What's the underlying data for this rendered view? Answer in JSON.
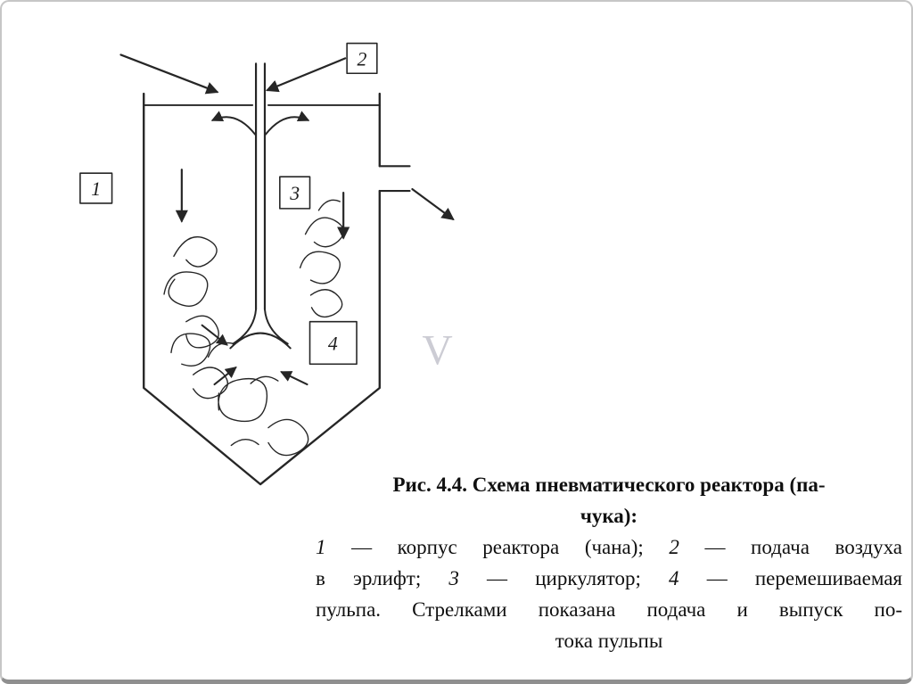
{
  "figure": {
    "watermark": "V",
    "labels": [
      {
        "n": "1"
      },
      {
        "n": "2"
      },
      {
        "n": "3"
      },
      {
        "n": "4"
      }
    ]
  },
  "caption": {
    "title_line1": "Рис. 4.4. Схема пневматического реактора (па-",
    "title_line2": "чука):",
    "legend": {
      "line1": [
        {
          "t": "1"
        },
        {
          "t": " — корпус реактора (чана); "
        },
        {
          "t": "2"
        },
        {
          "t": " — подача воздуха"
        }
      ],
      "line2": [
        {
          "t": "в эрлифт; "
        },
        {
          "t": "3"
        },
        {
          "t": " — циркулятор; "
        },
        {
          "t": "4"
        },
        {
          "t": " — перемешиваемая"
        }
      ],
      "line3": "пульпа. Стрелками показана подача и выпуск по-",
      "line4": "тока пульпы"
    }
  }
}
